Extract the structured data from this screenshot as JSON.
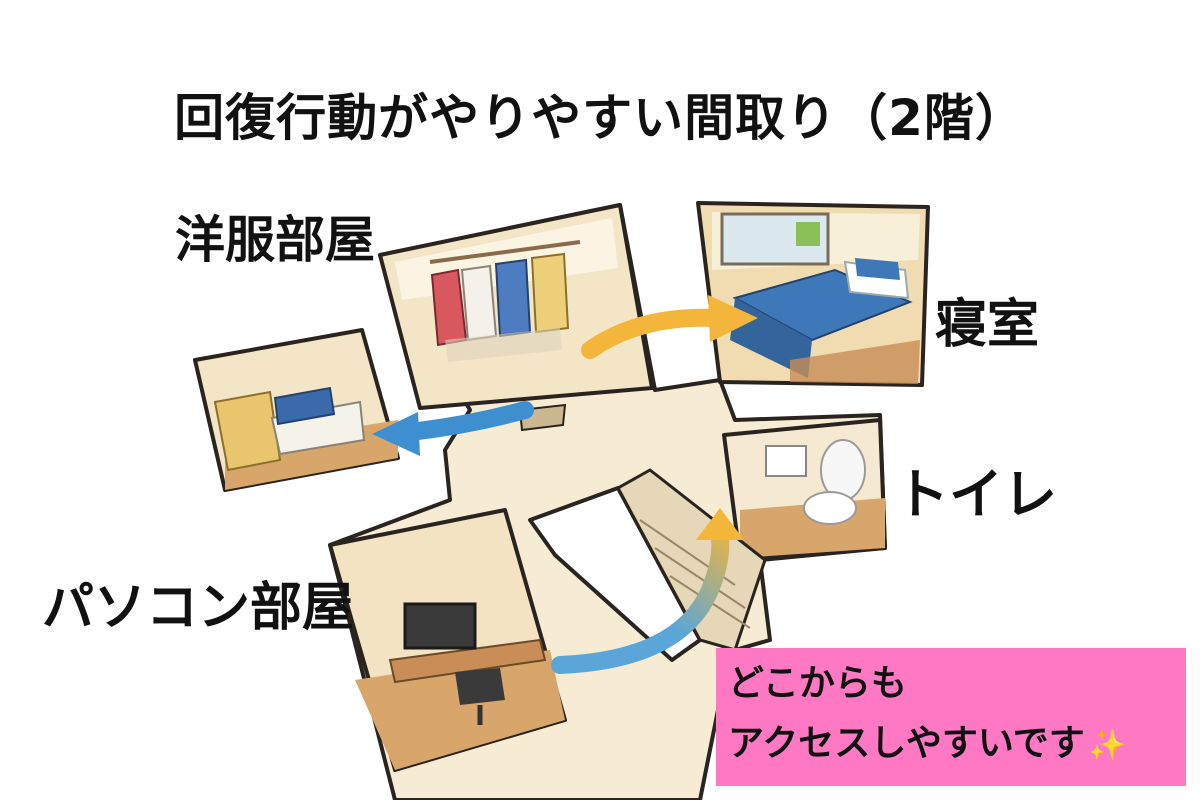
{
  "title": "回復行動がやりやすい間取り（2階）",
  "rooms": {
    "closet": "洋服部屋",
    "bedroom": "寝室",
    "toilet": "トイレ",
    "pc_room": "パソコン部屋"
  },
  "callout": {
    "line1": "どこからも",
    "line2": "アクセスしやすいです",
    "emoji": "✨"
  },
  "colors": {
    "arrow_yellow": "#f4b63a",
    "arrow_blue": "#3d8fcf",
    "callout_bg": "#ff78c4",
    "floor": "#f4e7c9",
    "wall_outline": "#2a2420",
    "bed_blue": "#3f78b8"
  }
}
